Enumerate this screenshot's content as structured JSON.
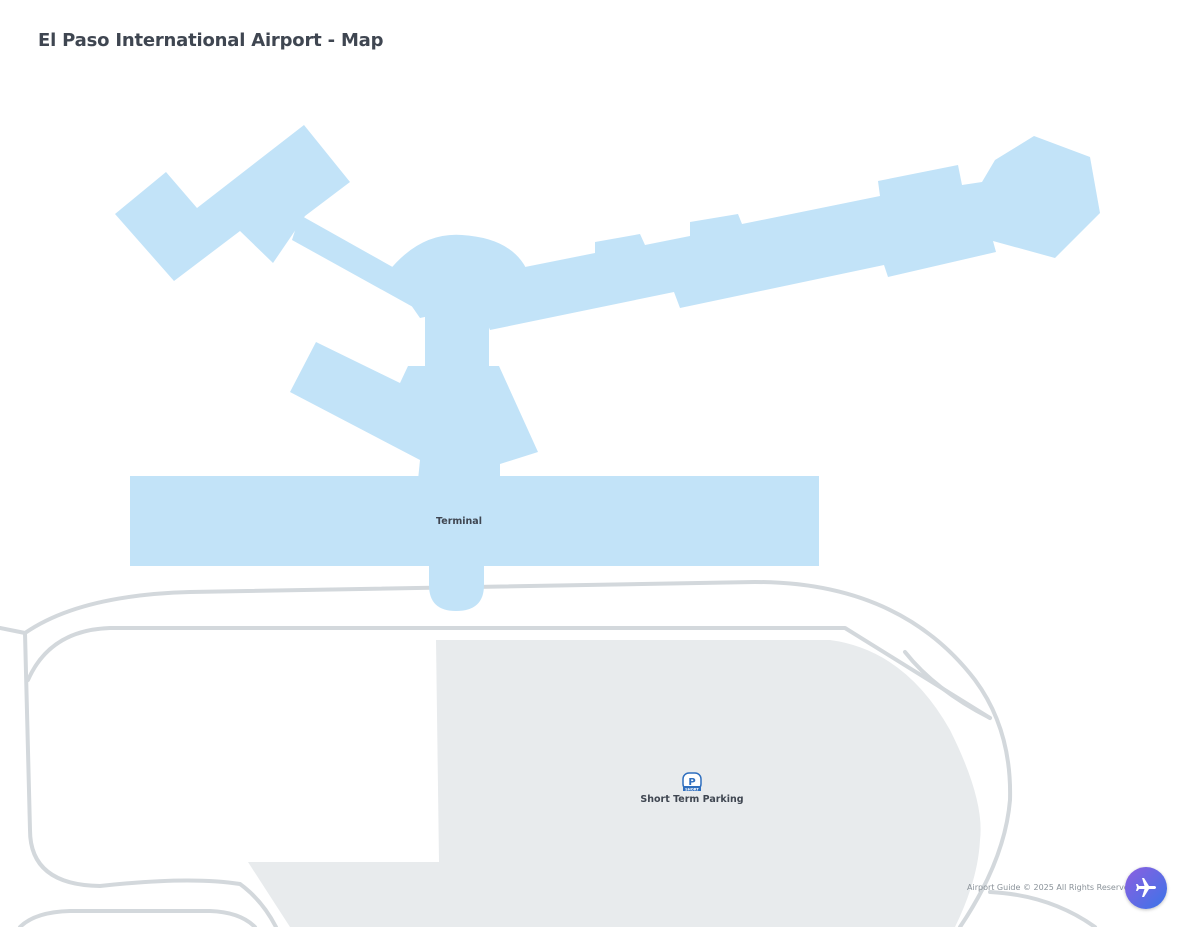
{
  "page": {
    "title": "El Paso International Airport - Map"
  },
  "map": {
    "labels": {
      "terminal": "Terminal",
      "short_term_parking": "Short Term Parking",
      "parking_badge": "SHORT",
      "parking_letter": "P"
    },
    "colors": {
      "building": "#c2e3f8",
      "parking_lot": "#e8ebed",
      "road": "#d3d8dc",
      "label_text": "#3f4651"
    }
  },
  "footer": {
    "copyright": "Airport Guide © 2025 All Rights Reserved.",
    "fab_icon": "airplane-icon"
  }
}
